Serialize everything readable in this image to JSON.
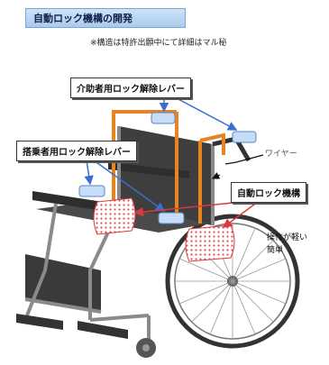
{
  "title": "自動ロック機構の開発",
  "note": "※構造は特許出願中にて詳細はマル秘",
  "labels": {
    "caregiver_lever": "介助者用ロック解除レバー",
    "rider_lever": "搭乗者用ロック解除レバー",
    "auto_lock": "自動ロック機構",
    "wire": "ワイヤー",
    "operation_line1": "操作が軽い",
    "operation_line2": "簡単"
  },
  "colors": {
    "title_bg": "#b9d5f2",
    "frame": "#e8841f",
    "arrow_blue": "#3a6fd0",
    "arrow_red": "#d93a3a",
    "lever_fill": "#c7dcf6",
    "lock_dot": "#e05050"
  }
}
